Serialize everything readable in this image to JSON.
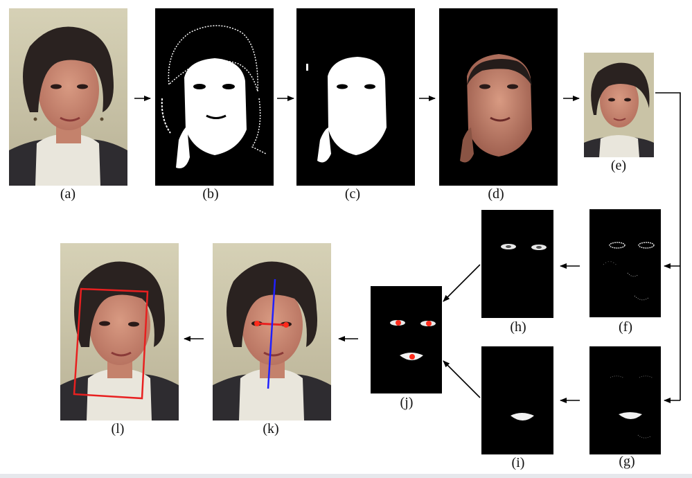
{
  "labels": {
    "a": "(a)",
    "b": "(b)",
    "c": "(c)",
    "d": "(d)",
    "e": "(e)",
    "f": "(f)",
    "g": "(g)",
    "h": "(h)",
    "i": "(i)",
    "j": "(j)",
    "k": "(k)",
    "l": "(l)"
  },
  "colors": {
    "background_photo": "#c9c3a6",
    "hair": "#2a2220",
    "skin": "#c98a74",
    "turtleneck": "#e9e6dc",
    "jacket": "#2e2c30",
    "mask_black": "#000000",
    "mask_white": "#ffffff",
    "feature_point": "#ff2a1a",
    "axis_line": "#2020ff",
    "face_box": "#e82020",
    "arrow": "#000000"
  },
  "icons": [
    "arrow-right-icon",
    "arrow-left-icon",
    "arrow-diagonal-icon",
    "bracket-connector-icon"
  ]
}
